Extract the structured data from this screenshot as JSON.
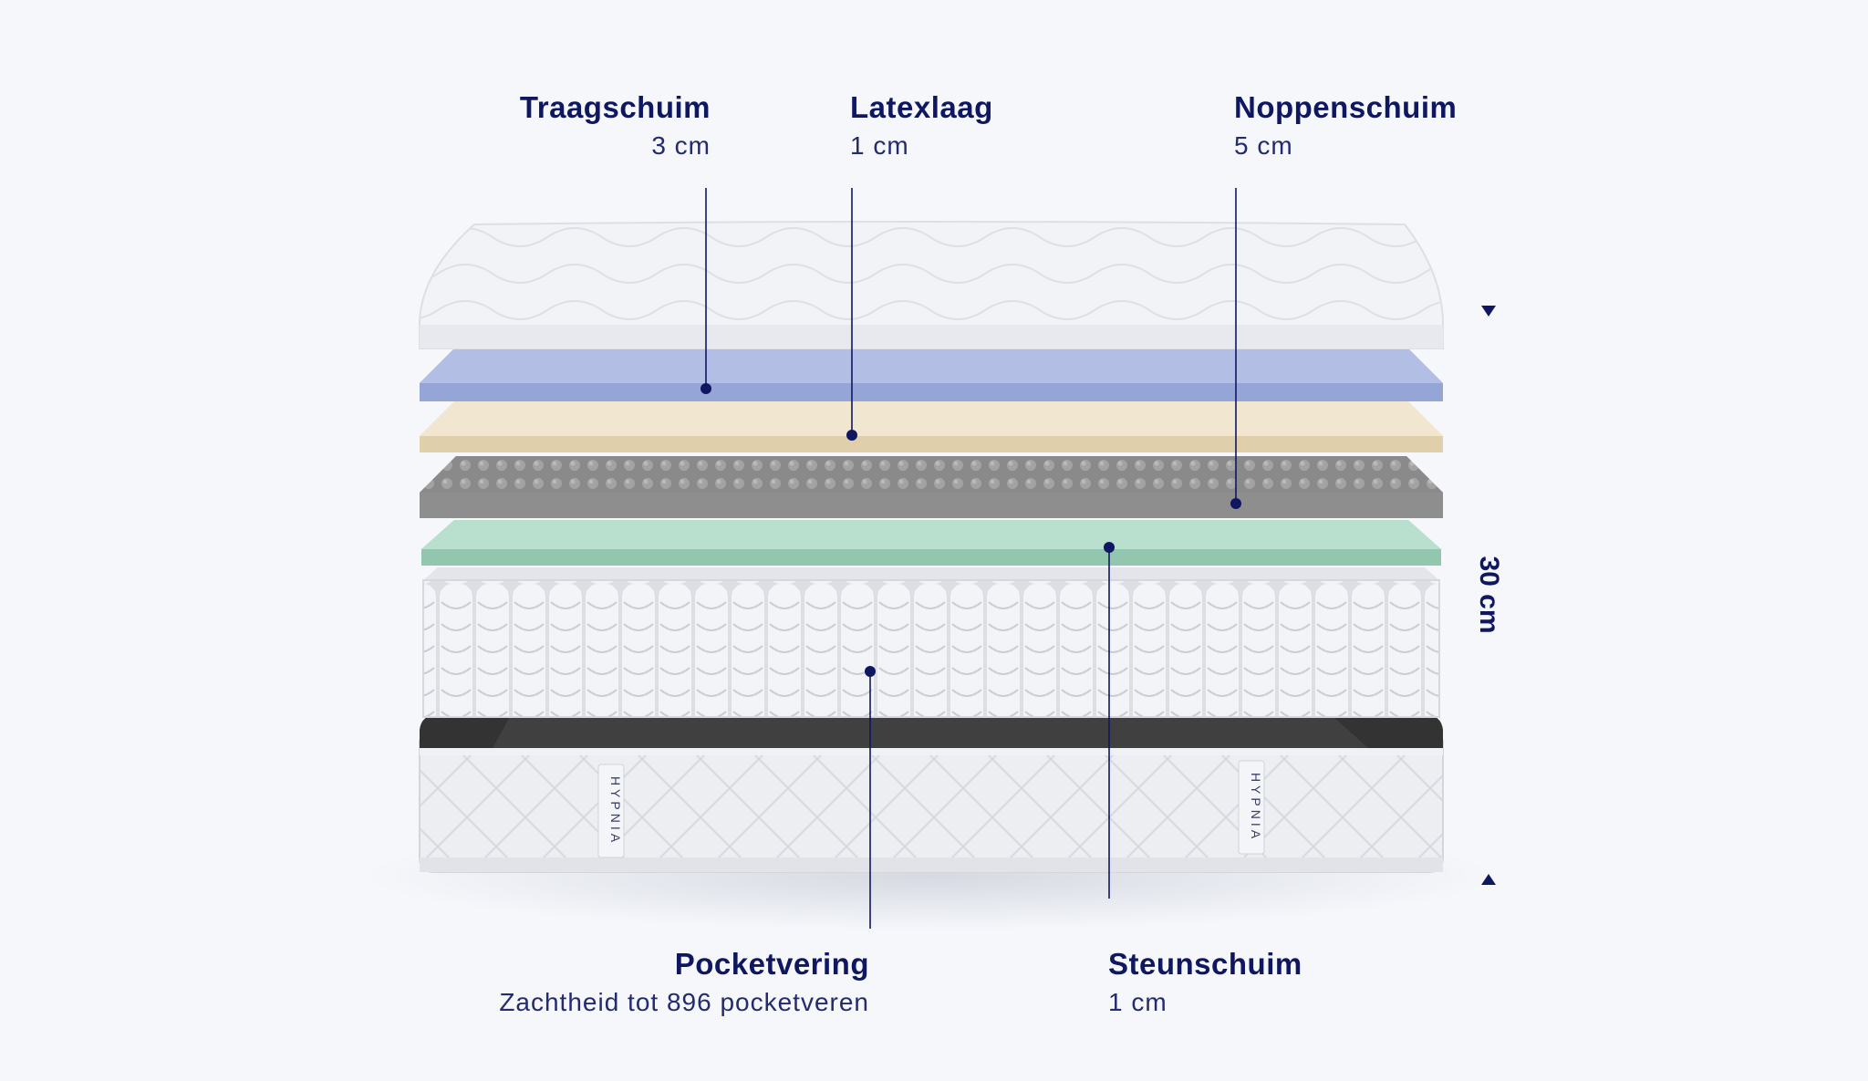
{
  "brand": {
    "logo_text": "HYPNIA"
  },
  "colors": {
    "label": "#0f1761",
    "traagschuim": "#a3b1dc",
    "latexlaag": "#ecdfc4",
    "noppenschuim": "#8c8c8c",
    "steunschuim": "#a9d6c2",
    "base_band": "#333333",
    "fabric": "#eeeff2"
  },
  "layers": [
    {
      "id": "traagschuim",
      "title": "Traagschuim",
      "subtitle": "3 cm"
    },
    {
      "id": "latexlaag",
      "title": "Latexlaag",
      "subtitle": "1 cm"
    },
    {
      "id": "noppenschuim",
      "title": "Noppenschuim",
      "subtitle": "5 cm"
    },
    {
      "id": "pocketvering",
      "title": "Pocketvering",
      "subtitle": "Zachtheid tot 896 pocketveren"
    },
    {
      "id": "steunschuim",
      "title": "Steunschuim",
      "subtitle": "1 cm"
    }
  ],
  "dimension": {
    "total_height": "30 cm"
  }
}
